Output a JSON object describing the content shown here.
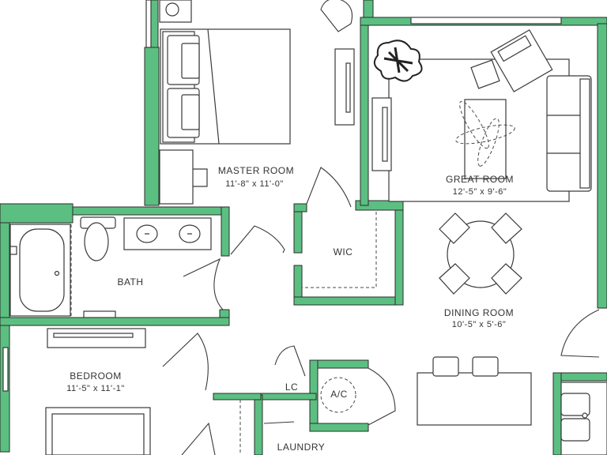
{
  "colors": {
    "wall": "#5cbf82",
    "line": "#3a3a3a",
    "label": "#333333",
    "background": "#ffffff"
  },
  "rooms": {
    "master": {
      "name": "MASTER ROOM",
      "dims": "11'-8\" x 11'-0\""
    },
    "great": {
      "name": "GREAT ROOM",
      "dims": "12'-5\" x 9'-6\""
    },
    "dining": {
      "name": "DINING ROOM",
      "dims": "10'-5\" x 5'-6\""
    },
    "bedroom": {
      "name": "BEDROOM",
      "dims": "11'-5\" x 11'-1\""
    },
    "bath": {
      "name": "BATH"
    },
    "wic": {
      "name": "WIC"
    },
    "lc": {
      "name": "LC"
    },
    "ac": {
      "name": "A/C"
    },
    "laundry": {
      "name": "LAUNDRY"
    }
  }
}
